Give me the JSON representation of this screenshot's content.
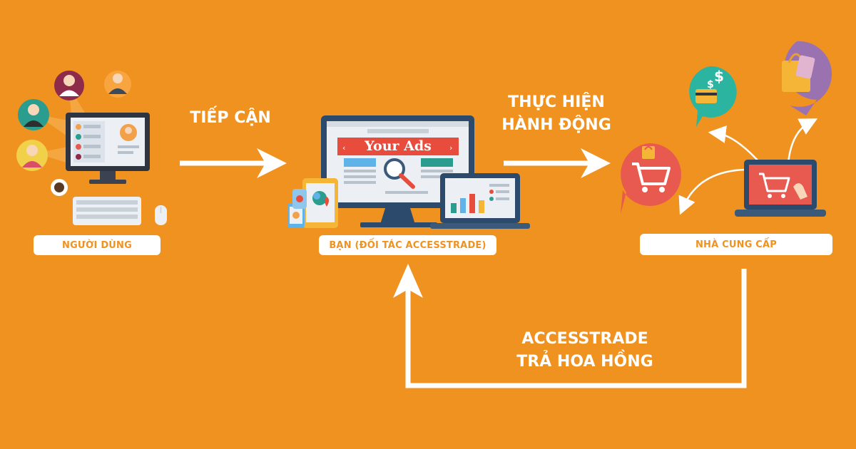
{
  "colors": {
    "background": "#F0921F",
    "white": "#FFFFFF",
    "ads_banner": "#E74C3C",
    "cart_bubble": "#E85A50",
    "card_bubble": "#2BB5A0",
    "bag_bubble": "#9B72B0"
  },
  "nodes": {
    "user": {
      "label": "NGƯỜI DÙNG"
    },
    "partner": {
      "label": "BẠN (ĐỐI TÁC ACCESSTRADE)",
      "banner_text": "Your Ads"
    },
    "provider": {
      "label": "NHÀ CUNG CẤP"
    }
  },
  "flows": {
    "reach": {
      "label": "TIẾP CẬN"
    },
    "action": {
      "line1": "THỰC HIỆN",
      "line2": "HÀNH ĐỘNG"
    },
    "commission": {
      "line1": "ACCESSTRADE",
      "line2": "TRẢ HOA HỒNG"
    }
  },
  "icons": [
    "user-avatar-icon",
    "computer-icon",
    "keyboard-icon",
    "mouse-icon",
    "monitor-icon",
    "tablet-icon",
    "phone-icon",
    "laptop-icon",
    "magnifier-icon",
    "shopping-cart-icon",
    "credit-card-icon",
    "shopping-bag-icon",
    "arrow-icon"
  ]
}
